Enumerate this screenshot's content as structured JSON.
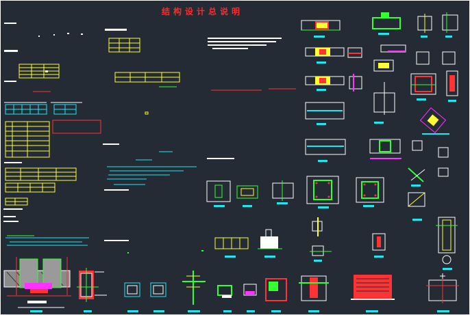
{
  "drawing": {
    "title": "结构设计总说明",
    "colors": {
      "background": "#242b34",
      "title": "#ff2b2b",
      "table": "#ffff33",
      "detail_table": "#22e6ee",
      "line_white": "#ffffff",
      "line_green": "#33ff33",
      "line_red": "#ff3333",
      "line_magenta": "#ff33ff",
      "line_cyan": "#22e6ee"
    },
    "icons": [
      "note-block",
      "rebar-table",
      "section-detail",
      "beam-column-joint",
      "slab-hole",
      "cross-marker"
    ]
  }
}
